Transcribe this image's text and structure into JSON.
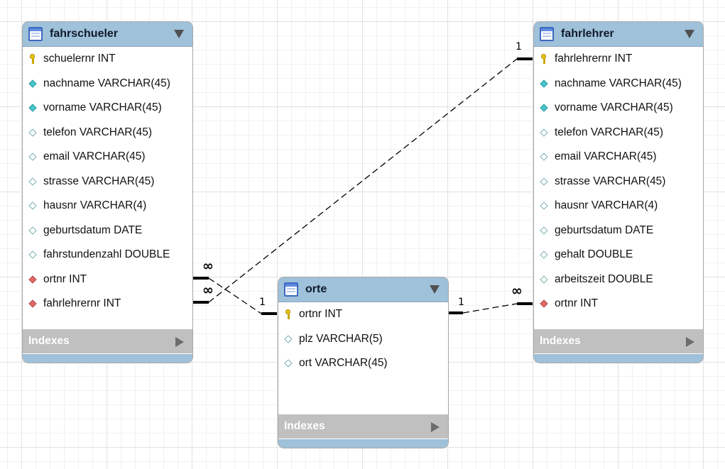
{
  "entities": {
    "fahrschueler": {
      "title": "fahrschueler",
      "columns": [
        {
          "label": "schuelernr INT",
          "icon": "key-icon"
        },
        {
          "label": "nachname VARCHAR(45)",
          "icon": "diamond-filled-icon"
        },
        {
          "label": "vorname VARCHAR(45)",
          "icon": "diamond-filled-icon"
        },
        {
          "label": "telefon VARCHAR(45)",
          "icon": "diamond-empty-icon"
        },
        {
          "label": "email VARCHAR(45)",
          "icon": "diamond-empty-icon"
        },
        {
          "label": "strasse VARCHAR(45)",
          "icon": "diamond-empty-icon"
        },
        {
          "label": "hausnr VARCHAR(4)",
          "icon": "diamond-empty-icon"
        },
        {
          "label": "geburtsdatum DATE",
          "icon": "diamond-empty-icon"
        },
        {
          "label": "fahrstundenzahl DOUBLE",
          "icon": "diamond-empty-icon"
        },
        {
          "label": "ortnr INT",
          "icon": "diamond-foreign-key-icon"
        },
        {
          "label": "fahrlehrernr INT",
          "icon": "diamond-foreign-key-icon"
        }
      ],
      "indexes_label": "Indexes"
    },
    "fahrlehrer": {
      "title": "fahrlehrer",
      "columns": [
        {
          "label": "fahrlehrernr INT",
          "icon": "key-icon"
        },
        {
          "label": "nachname VARCHAR(45)",
          "icon": "diamond-filled-icon"
        },
        {
          "label": "vorname VARCHAR(45)",
          "icon": "diamond-filled-icon"
        },
        {
          "label": "telefon VARCHAR(45)",
          "icon": "diamond-empty-icon"
        },
        {
          "label": "email VARCHAR(45)",
          "icon": "diamond-empty-icon"
        },
        {
          "label": "strasse VARCHAR(45)",
          "icon": "diamond-empty-icon"
        },
        {
          "label": "hausnr VARCHAR(4)",
          "icon": "diamond-empty-icon"
        },
        {
          "label": "geburtsdatum DATE",
          "icon": "diamond-empty-icon"
        },
        {
          "label": "gehalt DOUBLE",
          "icon": "diamond-empty-icon"
        },
        {
          "label": "arbeitszeit DOUBLE",
          "icon": "diamond-empty-icon"
        },
        {
          "label": "ortnr INT",
          "icon": "diamond-foreign-key-icon"
        }
      ],
      "indexes_label": "Indexes"
    },
    "orte": {
      "title": "orte",
      "columns": [
        {
          "label": "ortnr INT",
          "icon": "key-icon"
        },
        {
          "label": "plz VARCHAR(5)",
          "icon": "diamond-empty-icon"
        },
        {
          "label": "ort VARCHAR(45)",
          "icon": "diamond-empty-icon"
        }
      ],
      "indexes_label": "Indexes"
    }
  },
  "relationships": [
    {
      "from": "fahrschueler.fahrlehrernr",
      "to": "fahrlehrer.fahrlehrernr",
      "from_cardinality": "∞",
      "to_cardinality": "1"
    },
    {
      "from": "fahrschueler.ortnr",
      "to": "orte.ortnr",
      "from_cardinality": "∞",
      "to_cardinality": "1"
    },
    {
      "from": "fahrlehrer.ortnr",
      "to": "orte.ortnr",
      "from_cardinality": "∞",
      "to_cardinality": "1"
    }
  ],
  "colors": {
    "header": "#9fc1da",
    "indexes_bar": "#c0c0c0",
    "key": "#e8c70f",
    "not_null": "#49c5cd",
    "foreign_key": "#e16a6a"
  }
}
